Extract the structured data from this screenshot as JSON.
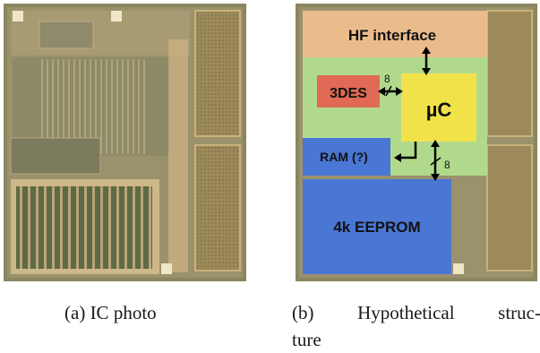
{
  "panel_a": {
    "caption_letter": "(a)",
    "caption_text": "IC photo"
  },
  "panel_b": {
    "caption_letter": "(b)",
    "caption_words": [
      "Hypothetical",
      "struc-"
    ],
    "caption_line2": "ture",
    "blocks": {
      "hf": "HF interface",
      "des": "3DES",
      "uc": "µC",
      "ram": "RAM (?)",
      "eeprom": "4k EEPROM"
    },
    "bus_widths": {
      "des_uc": "8",
      "uc_eeprom": "8"
    },
    "colors": {
      "hf": "#f2c08e",
      "green": "#b3e08f",
      "des": "#e06a55",
      "uc": "#f2e24a",
      "ram": "#4a76d4",
      "eeprom": "#4a76d4"
    }
  }
}
